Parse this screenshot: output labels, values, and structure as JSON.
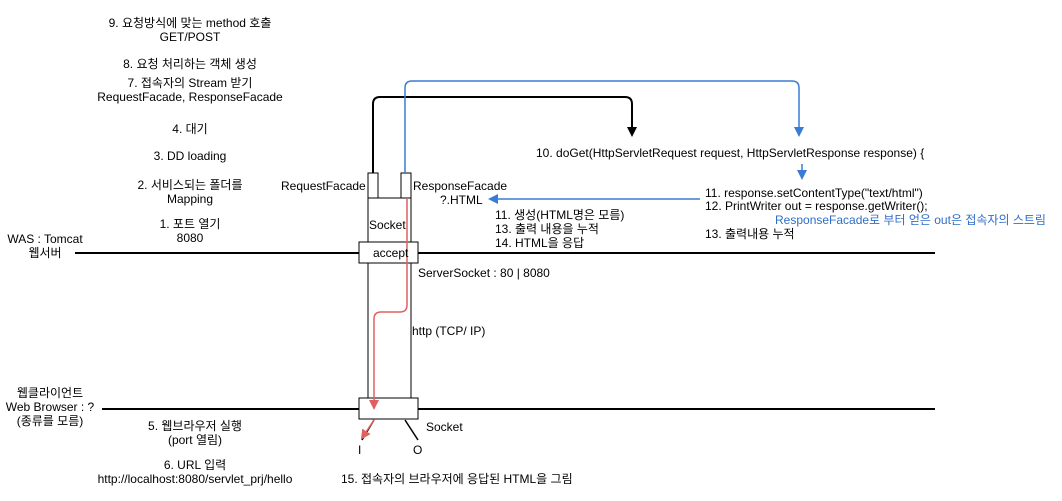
{
  "steps": {
    "s9": [
      "9. 요청방식에 맞는 method 호출",
      "GET/POST"
    ],
    "s8": "8. 요청 처리하는 객체 생성",
    "s7": [
      "7. 접속자의 Stream 받기",
      "RequestFacade, ResponseFacade"
    ],
    "s4": "4. 대기",
    "s3": "3. DD loading",
    "s2": [
      "2. 서비스되는 폴더를",
      "Mapping"
    ],
    "s1": [
      "1. 포트 열기",
      "8080"
    ],
    "s5": [
      "5. 웹브라우저 실행",
      "(port 열림)"
    ],
    "s6": [
      "6. URL 입력",
      "http://localhost:8080/servlet_prj/hello"
    ],
    "s10": "10. doGet(HttpServletRequest request, HttpServletResponse response) {",
    "s11": "11. response.setContentType(\"text/html\")",
    "s12": "12. PrintWriter out = response.getWriter();",
    "note": "ResponseFacade로 부터 얻은 out은 접속자의 스트림",
    "s13r": "13. 출력내용 누적",
    "s11_14": [
      "11. 생성(HTML명은 모름)",
      "13. 출력 내용을 누적",
      "14. HTML을 응답"
    ],
    "s15": "15. 접속자의 브라우저에 응답된 HTML을 그림"
  },
  "labels": {
    "was": [
      "WAS : Tomcat",
      "웹서버"
    ],
    "client": [
      "웹클라이언트",
      "Web Browser : ?",
      "(종류를 모름)"
    ],
    "request_facade": "RequestFacade",
    "response_facade": "ResponseFacade",
    "html": "?.HTML",
    "socket_top": "Socket",
    "accept": "accept",
    "server_socket": "ServerSocket : 80 | 8080",
    "http": "http (TCP/ IP)",
    "socket_bottom": "Socket",
    "in": "I",
    "out": "O"
  },
  "colors": {
    "line": "#000000",
    "blue_arrow": "#3a7bd5",
    "red_arrow": "#e06060",
    "note_text": "#2f6ec8"
  }
}
